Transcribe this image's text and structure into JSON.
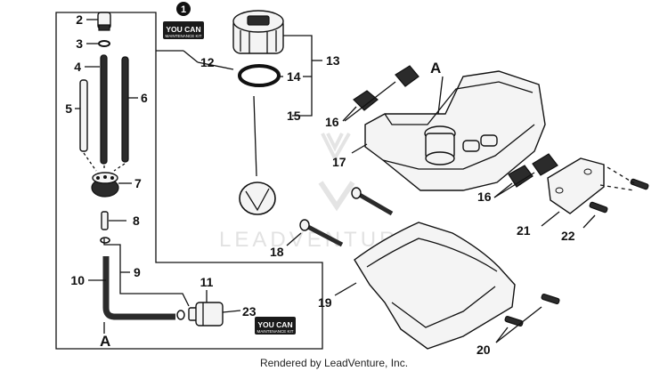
{
  "callouts": [
    "1",
    "2",
    "3",
    "4",
    "5",
    "6",
    "7",
    "8",
    "9",
    "10",
    "11",
    "12",
    "13",
    "14",
    "15",
    "16",
    "17",
    "18",
    "19",
    "20",
    "21",
    "22",
    "23"
  ],
  "callout_a": "A",
  "badge": {
    "top": "YOU CAN",
    "bottom": "MAINTENANCE KIT"
  },
  "watermark": "LEADVENTURE",
  "footer": "Rendered by LeadVenture, Inc.",
  "colors": {
    "ink": "#111111",
    "watermark": "#e2e2e2",
    "badge": "#1a1a1a"
  }
}
